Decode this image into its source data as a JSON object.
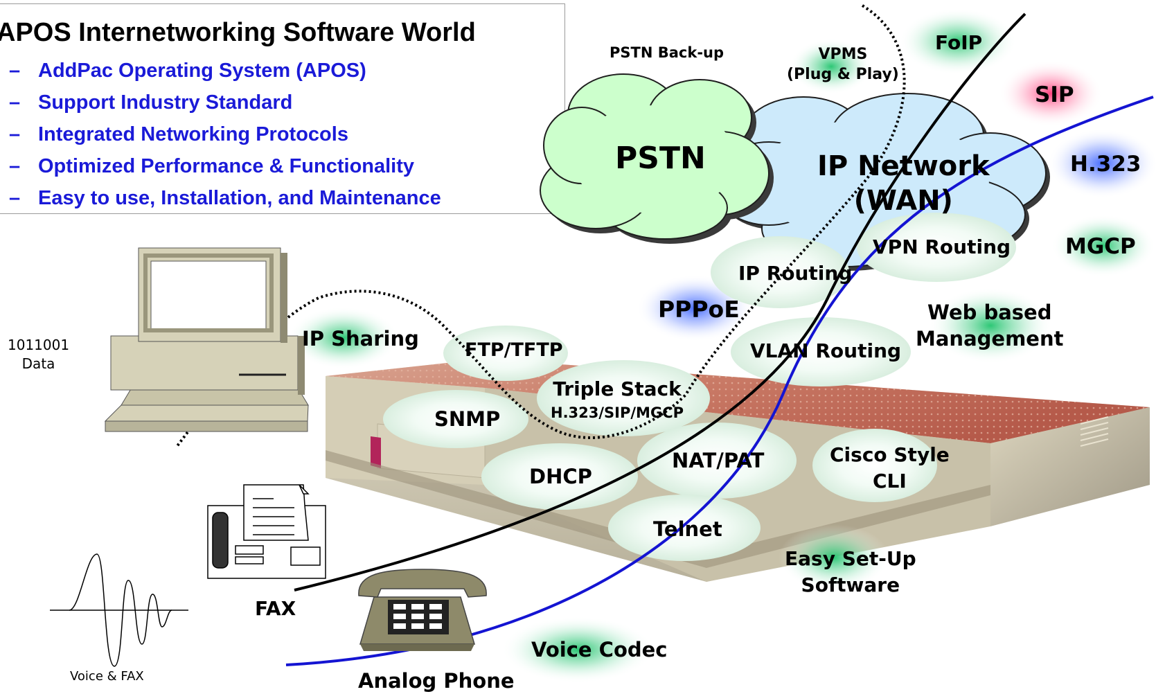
{
  "title": "APOS Internetworking Software World",
  "bullets": [
    "AddPac Operating System (APOS)",
    "Support Industry Standard",
    "Integrated Networking Protocols",
    "Optimized Performance & Functionality",
    "Easy to use, Installation, and Maintenance"
  ],
  "clouds": {
    "pstn": "PSTN",
    "ip_network_line1": "IP Network",
    "ip_network_line2": "(WAN)"
  },
  "features": {
    "pstn_backup": "PSTN Back-up",
    "vpms_line1": "VPMS",
    "vpms_line2": "(Plug & Play)",
    "foip": "FoIP",
    "sip": "SIP",
    "h323": "H.323",
    "mgcp": "MGCP",
    "vpn_routing": "VPN Routing",
    "ip_routing": "IP Routing",
    "pppoe": "PPPoE",
    "web_line1": "Web based",
    "web_line2": "Management",
    "vlan_routing": "VLAN Routing",
    "ip_sharing": "IP Sharing",
    "ftp_tftp": "FTP/TFTP",
    "triple_line1": "Triple Stack",
    "triple_line2": "H.323/SIP/MGCP",
    "snmp": "SNMP",
    "nat_pat": "NAT/PAT",
    "cisco_line1": "Cisco Style",
    "cisco_line2": "CLI",
    "dhcp": "DHCP",
    "telnet": "Telnet",
    "easy_line1": "Easy Set-Up",
    "easy_line2": "Software",
    "voice_codec": "Voice Codec"
  },
  "devices": {
    "data_line1": "1011001",
    "data_line2": "Data",
    "fax": "FAX",
    "analog_phone": "Analog Phone",
    "voice_fax": "Voice & FAX"
  },
  "colors": {
    "bullet_blue": "#1a1ad8",
    "pstn_cloud": "#ccffcc",
    "ip_cloud": "#cceeff",
    "glow_green": "#33cc77",
    "glow_blue": "#3366ff",
    "glow_pink": "#ff3377",
    "blue_line": "#1414d2"
  }
}
